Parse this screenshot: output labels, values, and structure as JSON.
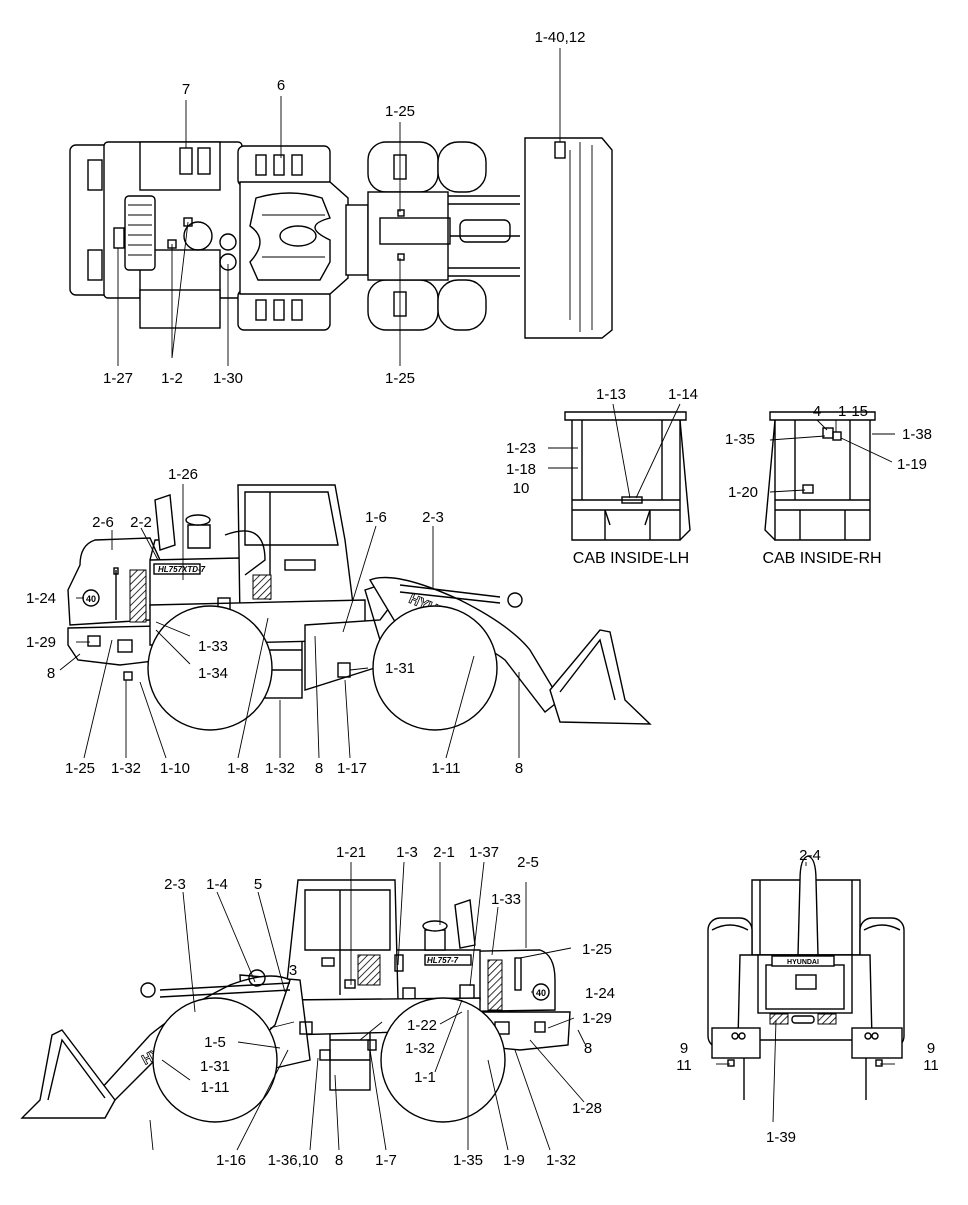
{
  "callouts": [
    {
      "id": "c-top-7",
      "text": "7"
    },
    {
      "id": "c-top-6",
      "text": "6"
    },
    {
      "id": "c-top-1-25a",
      "text": "1-25"
    },
    {
      "id": "c-top-1-40",
      "text": "1-40,12"
    },
    {
      "id": "c-top-1-27",
      "text": "1-27"
    },
    {
      "id": "c-top-1-2",
      "text": "1-2"
    },
    {
      "id": "c-top-1-30",
      "text": "1-30"
    },
    {
      "id": "c-top-1-25b",
      "text": "1-25"
    },
    {
      "id": "c-lh-1-13",
      "text": "1-13"
    },
    {
      "id": "c-lh-1-14",
      "text": "1-14"
    },
    {
      "id": "c-lh-1-23",
      "text": "1-23"
    },
    {
      "id": "c-lh-1-18",
      "text": "1-18"
    },
    {
      "id": "c-lh-10",
      "text": "10"
    },
    {
      "id": "c-rh-4",
      "text": "4"
    },
    {
      "id": "c-rh-1-15",
      "text": "1-15"
    },
    {
      "id": "c-rh-1-35",
      "text": "1-35"
    },
    {
      "id": "c-rh-1-38",
      "text": "1-38"
    },
    {
      "id": "c-rh-1-19",
      "text": "1-19"
    },
    {
      "id": "c-rh-1-20",
      "text": "1-20"
    },
    {
      "id": "c-s1-1-26",
      "text": "1-26"
    },
    {
      "id": "c-s1-2-6",
      "text": "2-6"
    },
    {
      "id": "c-s1-2-2",
      "text": "2-2"
    },
    {
      "id": "c-s1-1-6",
      "text": "1-6"
    },
    {
      "id": "c-s1-2-3",
      "text": "2-3"
    },
    {
      "id": "c-s1-1-24",
      "text": "1-24"
    },
    {
      "id": "c-s1-1-29",
      "text": "1-29"
    },
    {
      "id": "c-s1-1-33",
      "text": "1-33"
    },
    {
      "id": "c-s1-1-34",
      "text": "1-34"
    },
    {
      "id": "c-s1-8a",
      "text": "8"
    },
    {
      "id": "c-s1-1-31",
      "text": "1-31"
    },
    {
      "id": "c-s1-1-25",
      "text": "1-25"
    },
    {
      "id": "c-s1-1-32a",
      "text": "1-32"
    },
    {
      "id": "c-s1-1-10",
      "text": "1-10"
    },
    {
      "id": "c-s1-1-8",
      "text": "1-8"
    },
    {
      "id": "c-s1-1-32b",
      "text": "1-32"
    },
    {
      "id": "c-s1-8b",
      "text": "8"
    },
    {
      "id": "c-s1-1-17",
      "text": "1-17"
    },
    {
      "id": "c-s1-1-11",
      "text": "1-11"
    },
    {
      "id": "c-s1-8c",
      "text": "8"
    },
    {
      "id": "c-s2-1-21",
      "text": "1-21"
    },
    {
      "id": "c-s2-1-3",
      "text": "1-3"
    },
    {
      "id": "c-s2-2-1",
      "text": "2-1"
    },
    {
      "id": "c-s2-1-37",
      "text": "1-37"
    },
    {
      "id": "c-s2-2-5",
      "text": "2-5"
    },
    {
      "id": "c-s2-2-3",
      "text": "2-3"
    },
    {
      "id": "c-s2-1-4",
      "text": "1-4"
    },
    {
      "id": "c-s2-5",
      "text": "5"
    },
    {
      "id": "c-s2-1-33",
      "text": "1-33"
    },
    {
      "id": "c-s2-1-25",
      "text": "1-25"
    },
    {
      "id": "c-s2-3",
      "text": "3"
    },
    {
      "id": "c-s2-1-24",
      "text": "1-24"
    },
    {
      "id": "c-s2-1-22",
      "text": "1-22"
    },
    {
      "id": "c-s2-1-29",
      "text": "1-29"
    },
    {
      "id": "c-s2-1-5",
      "text": "1-5"
    },
    {
      "id": "c-s2-1-32a",
      "text": "1-32"
    },
    {
      "id": "c-s2-8a",
      "text": "8"
    },
    {
      "id": "c-s2-1-31",
      "text": "1-31"
    },
    {
      "id": "c-s2-1-1",
      "text": "1-1"
    },
    {
      "id": "c-s2-1-11",
      "text": "1-11"
    },
    {
      "id": "c-s2-1-28",
      "text": "1-28"
    },
    {
      "id": "c-s2-8b",
      "text": "8"
    },
    {
      "id": "c-s2-1-16",
      "text": "1-16"
    },
    {
      "id": "c-s2-1-36",
      "text": "1-36,10"
    },
    {
      "id": "c-s2-8c",
      "text": "8"
    },
    {
      "id": "c-s2-1-7",
      "text": "1-7"
    },
    {
      "id": "c-s2-1-35",
      "text": "1-35"
    },
    {
      "id": "c-s2-1-9",
      "text": "1-9"
    },
    {
      "id": "c-s2-1-32b",
      "text": "1-32"
    },
    {
      "id": "c-rv-2-4",
      "text": "2-4"
    },
    {
      "id": "c-rv-9a",
      "text": "9"
    },
    {
      "id": "c-rv-11a",
      "text": "11"
    },
    {
      "id": "c-rv-9b",
      "text": "9"
    },
    {
      "id": "c-rv-11b",
      "text": "11"
    },
    {
      "id": "c-rv-1-39",
      "text": "1-39"
    }
  ],
  "captions": {
    "cab_inside_lh": "CAB INSIDE-LH",
    "cab_inside_rh": "CAB INSIDE-RH"
  },
  "decals": {
    "brand_boom": "HYUNDAI",
    "brand_rear": "HYUNDAI",
    "model_badge": "HL757-7",
    "model_badge_xtd": "HL757XTD-7",
    "speed_badge": "40"
  }
}
